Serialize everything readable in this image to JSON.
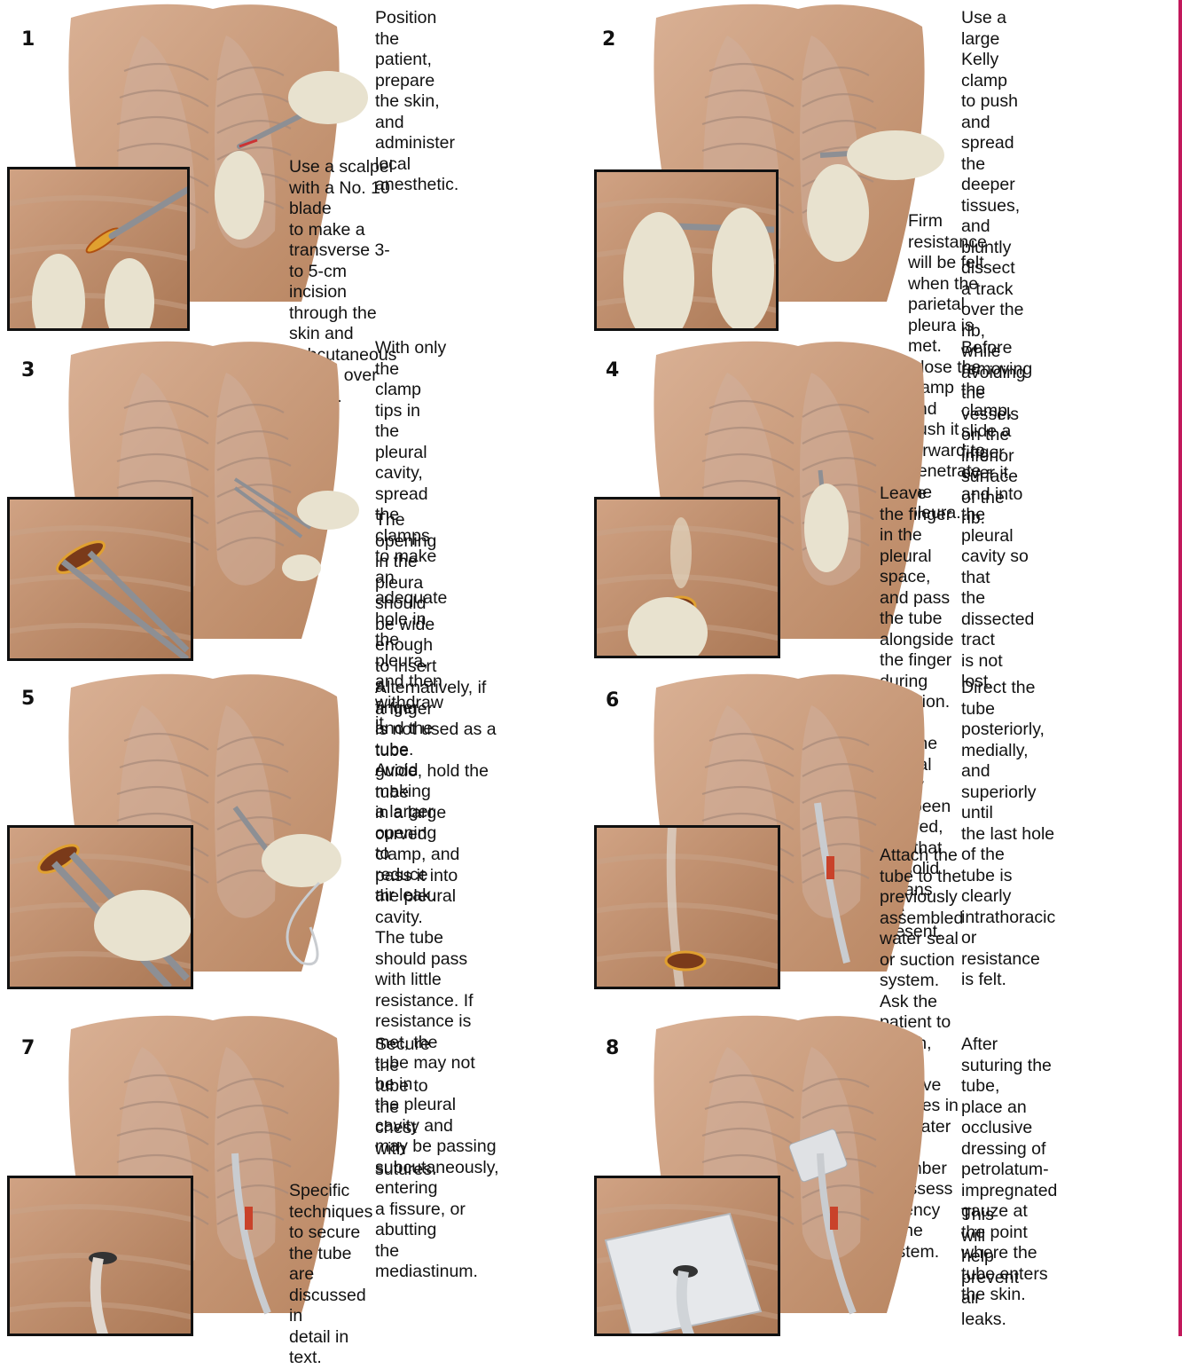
{
  "edge_color": "#c2185b",
  "steps": [
    {
      "number": "1",
      "text_a": "Position the patient,\nprepare the skin,\nand administer local\nanesthetic.",
      "text_b": "Use a scalpel with a No. 10 blade\nto make a transverse 3- to 5-cm\nincision through the skin and\nsubcutaneous tissue, over the rib."
    },
    {
      "number": "2",
      "text_a": "Use a large Kelly clamp\nto push and spread the\ndeeper tissues, and\nbluntly dissect a track\nover the rib, while\navoiding the vessels\non the inferior surface\nof the rib.",
      "text_b": "Firm resistance will be felt\nwhen the parietal pleura is\nmet. Close the clamp and\npush it forward to penetrate\nthe pleura."
    },
    {
      "number": "3",
      "text_a": "With only the clamp\ntips in the pleural\ncavity, spread the\nclamps to make an\nadequate hole in\nthe pleura, and then\nwithdraw it.",
      "text_b": "The opening in the\npleura should be wide\nenough to insert a\nfinger and the tube.\nAvoid making a larger\nopening to reduce\nair leak."
    },
    {
      "number": "4",
      "text_a": "Before removing the\nclamp, slide a finger\nover it and into the\npleural cavity so that\nthe dissected tract\nis not lost.",
      "text_b": "Leave the finger in the pleural\nspace, and pass the tube alongside\nthe finger during insertion. Verify\nthat the pleural cavity has been\nentered, and that no solid organs\nare present."
    },
    {
      "number": "5",
      "text_a": "Alternatively, if a finger\nis not used as a tube\nguide, hold the tube\nin a large curved\nclamp, and pass it into\nthe pleural cavity.\nThe tube should pass\nwith little resistance. If\nresistance is met, the\ntube may not be in\nthe pleural cavity and\nmay be passing\nsubcutaneously, entering\na fissure, or abutting\nthe mediastinum.",
      "text_b": ""
    },
    {
      "number": "6",
      "text_a": "Direct the tube\nposteriorly, medially,\nand superiorly until\nthe last hole of the\ntube is clearly\nintrathoracic or\nresistance is felt.",
      "text_b": "Attach the tube to the previously\nassembled water seal or suction\nsystem. Ask the patient to cough,\nand observe bubbles in the water\nseal chamber to assess patency\nof the system."
    },
    {
      "number": "7",
      "text_a": "Secure the tube to\nthe chest with\nsutures.",
      "text_b": "Specific techniques to secure\nthe tube are discussed in\ndetail in text."
    },
    {
      "number": "8",
      "text_a": "After suturing the tube,\nplace an occlusive\ndressing of\npetrolatum-\nimpregnated gauze at\nthe point where the\ntube enters the skin.",
      "text_b": "This will help prevent\nair leaks."
    }
  ]
}
